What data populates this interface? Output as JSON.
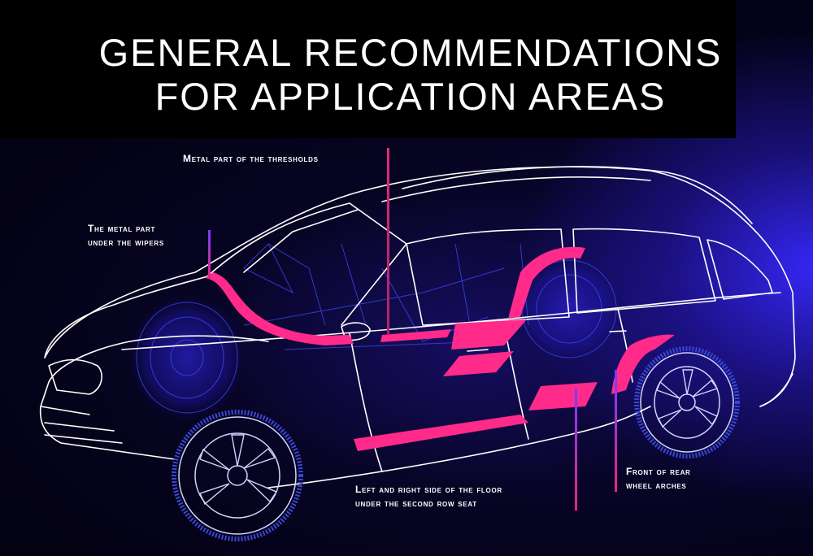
{
  "title": {
    "line1": "GENERAL RECOMMENDATIONS",
    "line2": "FOR APPLICATION AREAS"
  },
  "labels": {
    "thresholds": "Metal part of the thresholds",
    "wipers_line1": "The metal part",
    "wipers_line2": "under the wipers",
    "floor_line1": "Left and right side of the floor",
    "floor_line2": "under the second row seat",
    "arches_line1": "Front of rear",
    "arches_line2": "wheel arches"
  },
  "colors": {
    "highlight": "#ff2a8a",
    "wireframe": "#ffffff",
    "glow": "#3a28ff",
    "background": "#000000"
  }
}
